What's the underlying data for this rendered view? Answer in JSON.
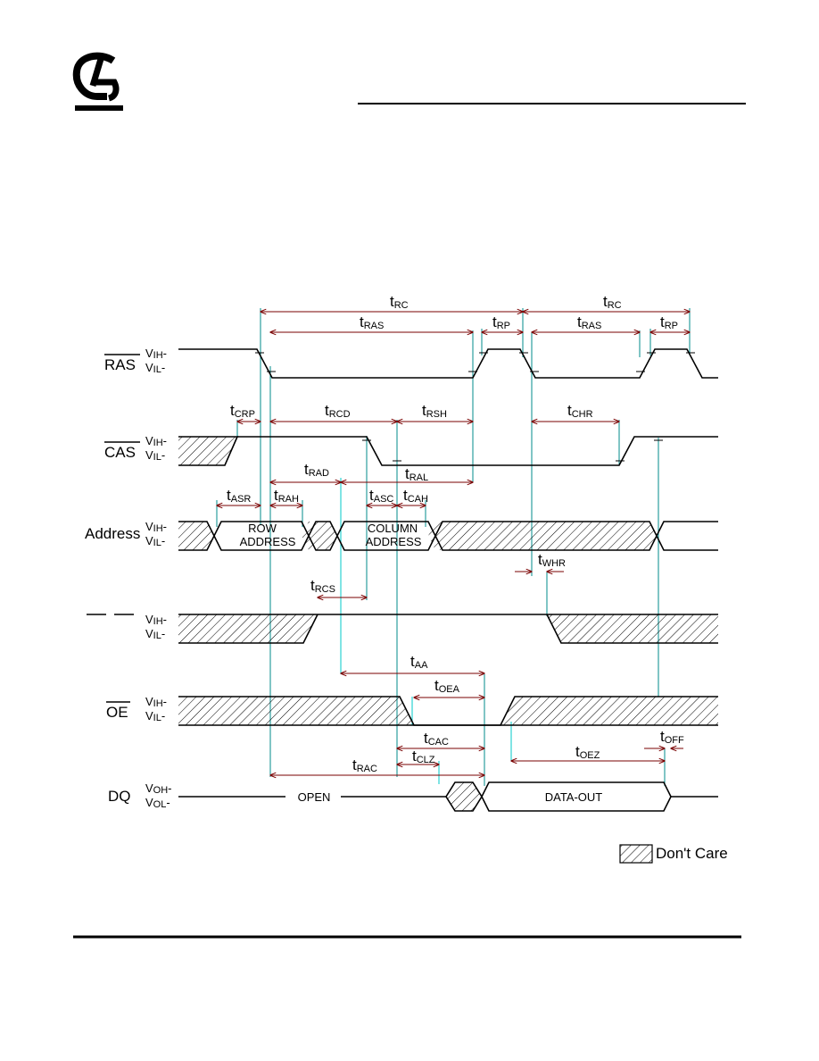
{
  "colors": {
    "waveform": "#000000",
    "timing_arrow": "#7a0000",
    "guide_line": "#008b8b",
    "guide_line_light": "#00c8c8",
    "hatch": "#000000",
    "background": "#ffffff"
  },
  "logo": {
    "icon": "company-logo-icon"
  },
  "signals": {
    "ras": {
      "name": "RAS",
      "high": "V",
      "high_sub": "IH",
      "low": "V",
      "low_sub": "IL"
    },
    "cas": {
      "name": "CAS",
      "high": "V",
      "high_sub": "IH",
      "low": "V",
      "low_sub": "IL"
    },
    "address": {
      "name": "Address",
      "high": "V",
      "high_sub": "IH",
      "low": "V",
      "low_sub": "IL"
    },
    "we": {
      "name": "",
      "high": "V",
      "high_sub": "IH",
      "low": "V",
      "low_sub": "IL"
    },
    "oe": {
      "name": "OE",
      "high": "V",
      "high_sub": "IH",
      "low": "V",
      "low_sub": "IL"
    },
    "dq": {
      "name": "DQ",
      "high": "V",
      "high_sub": "OH",
      "low": "V",
      "low_sub": "OL"
    }
  },
  "bus_labels": {
    "row_1": "ROW",
    "row_2": "ADDRESS",
    "col_1": "COLUMN",
    "col_2": "ADDRESS",
    "open": "OPEN",
    "data_out": "DATA-OUT"
  },
  "timings": {
    "trc1": {
      "t": "t",
      "sub": "RC"
    },
    "trc2": {
      "t": "t",
      "sub": "RC"
    },
    "tras1": {
      "t": "t",
      "sub": "RAS"
    },
    "tras2": {
      "t": "t",
      "sub": "RAS"
    },
    "trp1": {
      "t": "t",
      "sub": "RP"
    },
    "trp2": {
      "t": "t",
      "sub": "RP"
    },
    "tcrp": {
      "t": "t",
      "sub": "CRP"
    },
    "trcd": {
      "t": "t",
      "sub": "RCD"
    },
    "trsh": {
      "t": "t",
      "sub": "RSH"
    },
    "tchr": {
      "t": "t",
      "sub": "CHR"
    },
    "trad": {
      "t": "t",
      "sub": "RAD"
    },
    "tral": {
      "t": "t",
      "sub": "RAL"
    },
    "tasr": {
      "t": "t",
      "sub": "ASR"
    },
    "trah": {
      "t": "t",
      "sub": "RAH"
    },
    "tasc": {
      "t": "t",
      "sub": "ASC"
    },
    "tcah": {
      "t": "t",
      "sub": "CAH"
    },
    "twhr": {
      "t": "t",
      "sub": "WHR"
    },
    "trcs": {
      "t": "t",
      "sub": "RCS"
    },
    "taa": {
      "t": "t",
      "sub": "AA"
    },
    "toea": {
      "t": "t",
      "sub": "OEA"
    },
    "tcac": {
      "t": "t",
      "sub": "CAC"
    },
    "toff": {
      "t": "t",
      "sub": "OFF"
    },
    "tclz": {
      "t": "t",
      "sub": "CLZ"
    },
    "toez": {
      "t": "t",
      "sub": "OEZ"
    },
    "trac": {
      "t": "t",
      "sub": "RAC"
    }
  },
  "legend": {
    "label": "Don't Care"
  }
}
